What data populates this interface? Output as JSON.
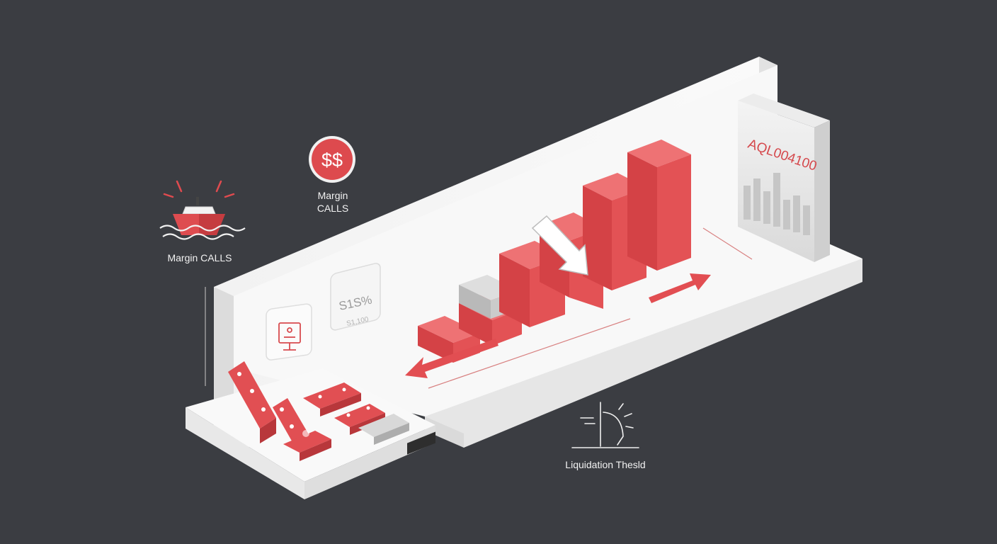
{
  "labels": {
    "ship_caption": "Margin CALLS",
    "coin_symbol": "$$",
    "coin_caption_line1": "Margin",
    "coin_caption_line2": "CALLS",
    "percent_line1": "S1S%",
    "percent_line2": "S1,100",
    "screen_text": "AQL004100",
    "liquidation_caption": "Liquidation Thesld"
  },
  "colors": {
    "background": "#3b3d42",
    "accent_red": "#e05456",
    "platform_white": "#f7f7f7",
    "grey_block": "#c9c9c9"
  },
  "icons": [
    "ship-icon",
    "coin-icon",
    "monitor-icon",
    "siren-icon",
    "arrow-down-icon",
    "arrow-left-icon",
    "arrow-right-icon"
  ]
}
